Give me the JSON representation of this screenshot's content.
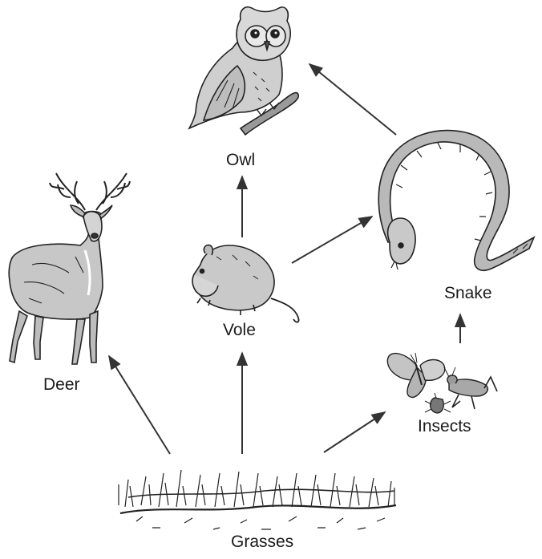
{
  "organisms": {
    "owl": "Owl",
    "vole": "Vole",
    "snake": "Snake",
    "deer": "Deer",
    "insects": "Insects",
    "grasses": "Grasses"
  },
  "food_chain_links": [
    {
      "from": "Grasses",
      "to": "Deer"
    },
    {
      "from": "Grasses",
      "to": "Vole"
    },
    {
      "from": "Grasses",
      "to": "Insects"
    },
    {
      "from": "Vole",
      "to": "Owl"
    },
    {
      "from": "Vole",
      "to": "Snake"
    },
    {
      "from": "Insects",
      "to": "Snake"
    },
    {
      "from": "Snake",
      "to": "Owl"
    }
  ]
}
